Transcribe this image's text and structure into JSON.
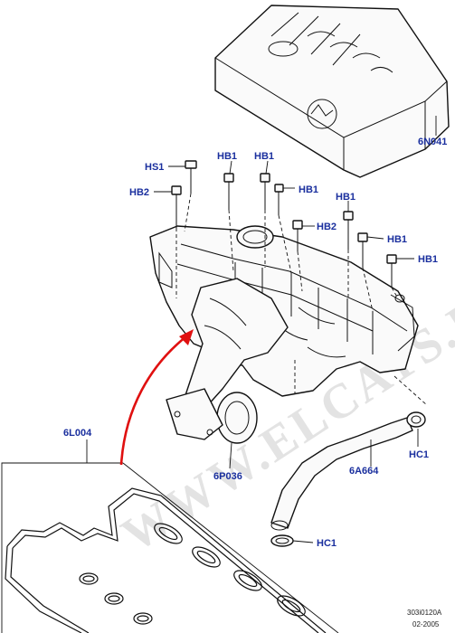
{
  "watermark": "WWW.ELCATS.RU",
  "labels": {
    "cover": "6N041",
    "hs1": "HS1",
    "hb2_left": "HB2",
    "hb1_a": "HB1",
    "hb1_b": "HB1",
    "hb1_c": "HB1",
    "hb1_d": "HB1",
    "hb2_right": "HB2",
    "hb1_e": "HB1",
    "hb1_f": "HB1",
    "gasket": "6L004",
    "manifold": "6P036",
    "hose": "6A664",
    "clip_upper": "HC1",
    "clip_lower": "HC1"
  },
  "reference": {
    "code": "303i0120A",
    "date": "02-2005"
  }
}
